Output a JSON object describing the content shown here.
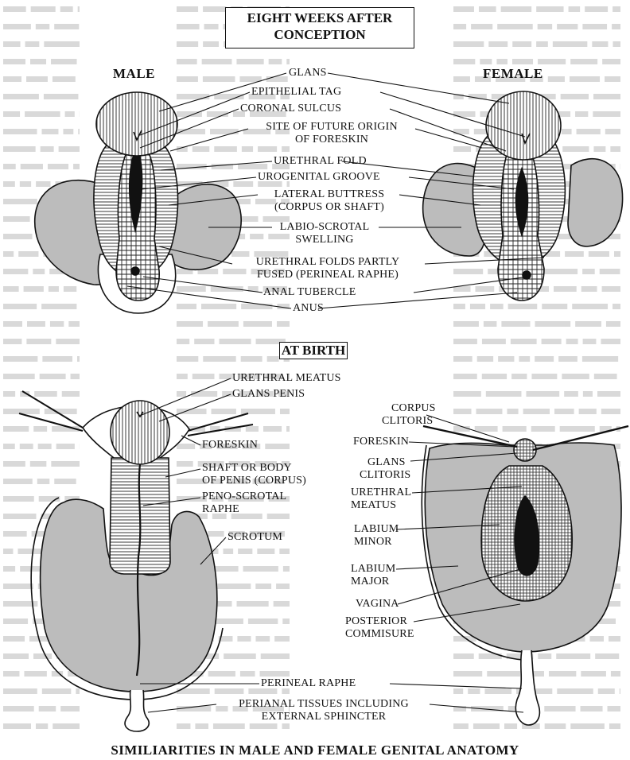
{
  "sections": {
    "eight_weeks": [
      "EIGHT WEEKS AFTER",
      "CONCEPTION"
    ],
    "at_birth": "AT BIRTH"
  },
  "headers": {
    "male": "MALE",
    "female": "FEMALE"
  },
  "top_labels": {
    "glans": "GLANS",
    "epithelial_tag": "EPITHELIAL TAG",
    "coronal_sulcus": "CORONAL SULCUS",
    "future_origin": [
      "SITE OF FUTURE ORIGIN",
      "OF FORESKIN"
    ],
    "urethral_fold": "URETHRAL FOLD",
    "urogenital_groove": "UROGENITAL GROOVE",
    "lateral_buttress": [
      "LATERAL BUTTRESS",
      "(CORPUS OR SHAFT)"
    ],
    "labio_scrotal": [
      "LABIO-SCROTAL",
      "SWELLING"
    ],
    "urethral_folds_fused": [
      "URETHRAL FOLDS PARTLY",
      "FUSED (PERINEAL RAPHE)"
    ],
    "anal_tubercle": "ANAL TUBERCLE",
    "anus": "ANUS"
  },
  "birth_male_labels": {
    "urethral_meatus": "URETHRAL MEATUS",
    "glans_penis": "GLANS PENIS",
    "foreskin": "FORESKIN",
    "shaft": [
      "SHAFT OR BODY",
      "OF PENIS (CORPUS)"
    ],
    "peno_scrotal": [
      "PENO-SCROTAL",
      "RAPHE"
    ],
    "scrotum": "SCROTUM"
  },
  "birth_female_labels": {
    "corpus_clitoris": [
      "CORPUS",
      "CLITORIS"
    ],
    "foreskin": "FORESKIN",
    "glans_clitoris": [
      "GLANS",
      "CLITORIS"
    ],
    "urethral_meatus": [
      "URETHRAL",
      "MEATUS"
    ],
    "labium_minor": [
      "LABIUM",
      "MINOR"
    ],
    "labium_major": [
      "LABIUM",
      "MAJOR"
    ],
    "vagina": "VAGINA",
    "posterior_commisure": [
      "POSTERIOR",
      "COMMISURE"
    ]
  },
  "bottom_labels": {
    "perineal_raphe": "PERINEAL RAPHE",
    "perianal": [
      "PERIANAL TISSUES INCLUDING",
      "EXTERNAL SPHINCTER"
    ]
  },
  "title": "SIMILIARITIES IN MALE AND FEMALE GENITAL ANATOMY",
  "colors": {
    "ink": "#111111",
    "stipple": "#b9b9b9",
    "background": "#ffffff",
    "bleed_text": "#d9d9d9"
  }
}
